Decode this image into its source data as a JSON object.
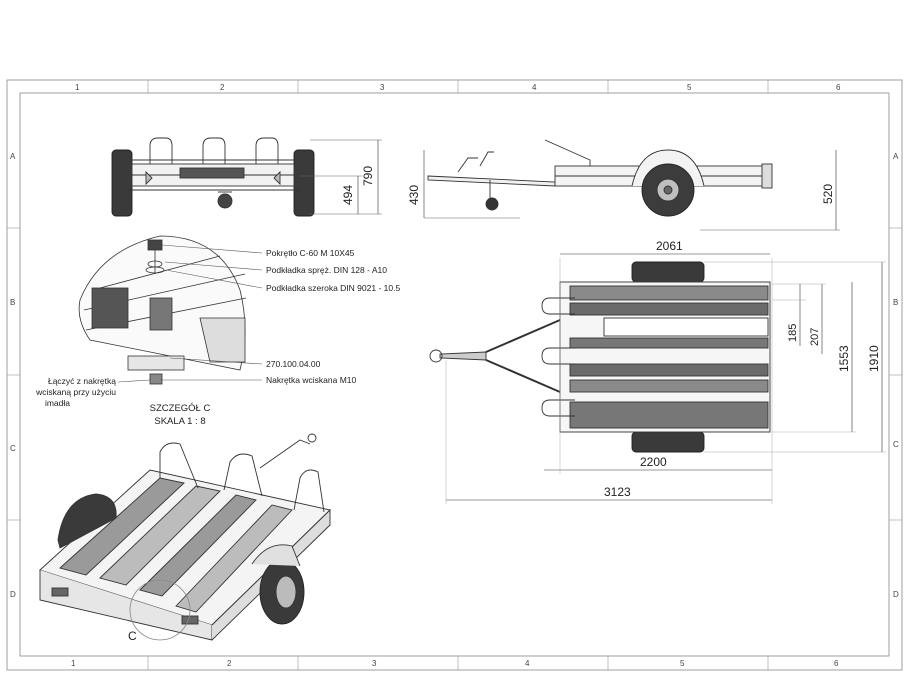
{
  "drawing": {
    "columns_top": [
      "1",
      "2",
      "3",
      "4",
      "5",
      "6"
    ],
    "columns_bottom": [
      "1",
      "2",
      "3",
      "4",
      "5",
      "6"
    ],
    "rows_left": [
      "A",
      "B",
      "C",
      "D"
    ],
    "rows_right": [
      "A",
      "B",
      "C",
      "D"
    ]
  },
  "front_view": {
    "dim_overall_height": "790",
    "dim_inner_height": "494"
  },
  "side_view": {
    "dim_hitch_height": "430",
    "dim_bed_height": "520"
  },
  "top_view": {
    "dim_axle_width": "2061",
    "dim_bed_length": "2200",
    "dim_total_length": "3123",
    "dim_rail_spacing": "185",
    "dim_rail_spacing_2": "207",
    "dim_bed_width": "1553",
    "dim_total_width": "1910"
  },
  "detail_c": {
    "callout_1": "Pokrętło C-60 M 10X45",
    "callout_2": "Podkładka spręż. DIN 128 - A10",
    "callout_3": "Podkładka szeroka DIN 9021 - 10.5",
    "callout_4": "270.100.04.00",
    "callout_5": "Nakrętka wciskana M10",
    "note_line_1": "Łączyć z nakrętką",
    "note_line_2": "wciskaną przy użyciu",
    "note_line_3": "imadła",
    "title_line_1": "SZCZEGÓŁ C",
    "title_line_2": "SKALA 1 : 8"
  },
  "iso_view": {
    "detail_marker": "C"
  }
}
